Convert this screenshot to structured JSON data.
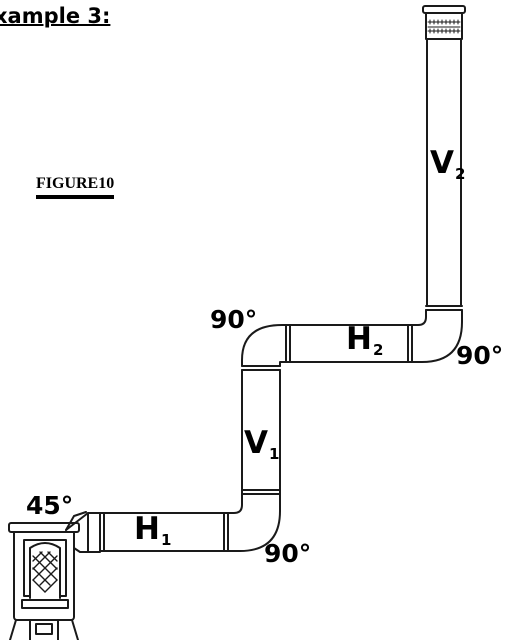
{
  "heading": "xample 3:",
  "figure_label": "FIGURE10",
  "angles": {
    "stove_elbow": "45°",
    "lower_right_elbow": "90°",
    "upper_left_elbow": "90°",
    "top_right_elbow": "90°"
  },
  "segments": {
    "h1": {
      "letter": "H",
      "index": "1"
    },
    "v1": {
      "letter": "V",
      "index": "1"
    },
    "h2": {
      "letter": "H",
      "index": "2"
    },
    "v2": {
      "letter": "V",
      "index": "2"
    }
  }
}
